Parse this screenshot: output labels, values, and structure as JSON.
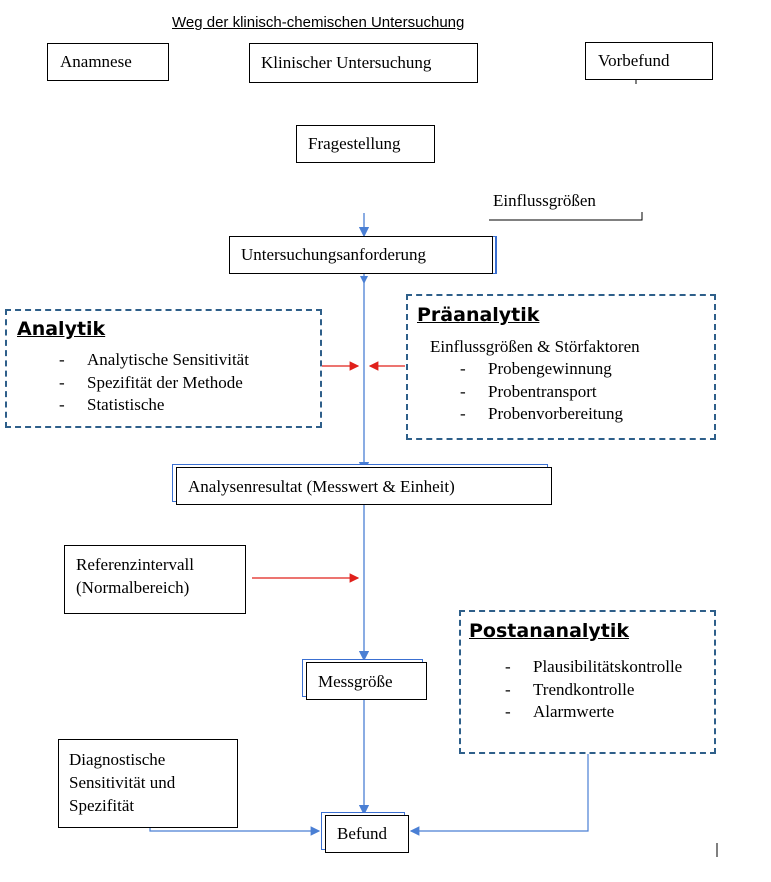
{
  "title": "Weg der klinisch-chemischen Untersuchung",
  "boxes": {
    "anamnese": "Anamnese",
    "klinisch": "Klinischer Untersuchung",
    "vorbefund": "Vorbefund",
    "fragestellung": "Fragestellung",
    "einfluss_top": "Einflussgrößen",
    "anforderung": "Untersuchungsanforderung",
    "resultat": "Analysenresultat (Messwert & Einheit)",
    "referenz_line1": "Referenzintervall",
    "referenz_line2": "(Normalbereich)",
    "messgroesse": "Messgröße",
    "diag_line1": "Diagnostische",
    "diag_line2": "Sensitivität und",
    "diag_line3": "Spezifität",
    "befund": "Befund"
  },
  "analytik": {
    "heading": "Analytik",
    "items": [
      "Analytische Sensitivität",
      "Spezifität der Methode",
      "Statistische"
    ]
  },
  "praeanalytik": {
    "heading": "Präanalytik",
    "subheading": "Einflussgrößen & Störfaktoren",
    "items": [
      "Probengewinnung",
      "Probentransport",
      "Probenvorbereitung"
    ]
  },
  "postanalytik": {
    "heading": "Postananalytik",
    "items": [
      "Plausibilitätskontrolle",
      "Trendkontrolle",
      "Alarmwerte"
    ]
  },
  "colors": {
    "flow_line": "#4a7fd4",
    "influence_arrow": "#e0201b",
    "dashed_border": "#2e5f8a"
  }
}
